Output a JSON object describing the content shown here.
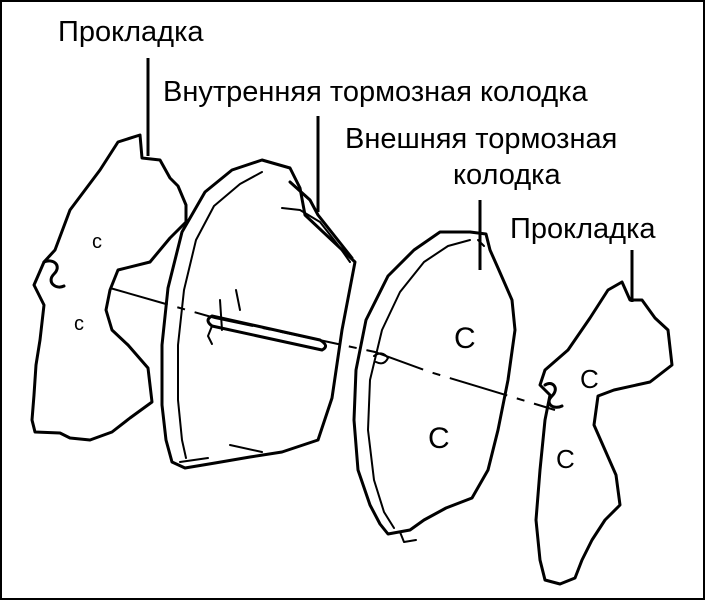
{
  "labels": {
    "shim_left": "Прокладка",
    "inner_pad": "Внутренняя тормозная колодка",
    "outer_pad_line1": "Внешняя тормозная",
    "outer_pad_line2": "колодка",
    "shim_right": "Прокладка"
  }
}
